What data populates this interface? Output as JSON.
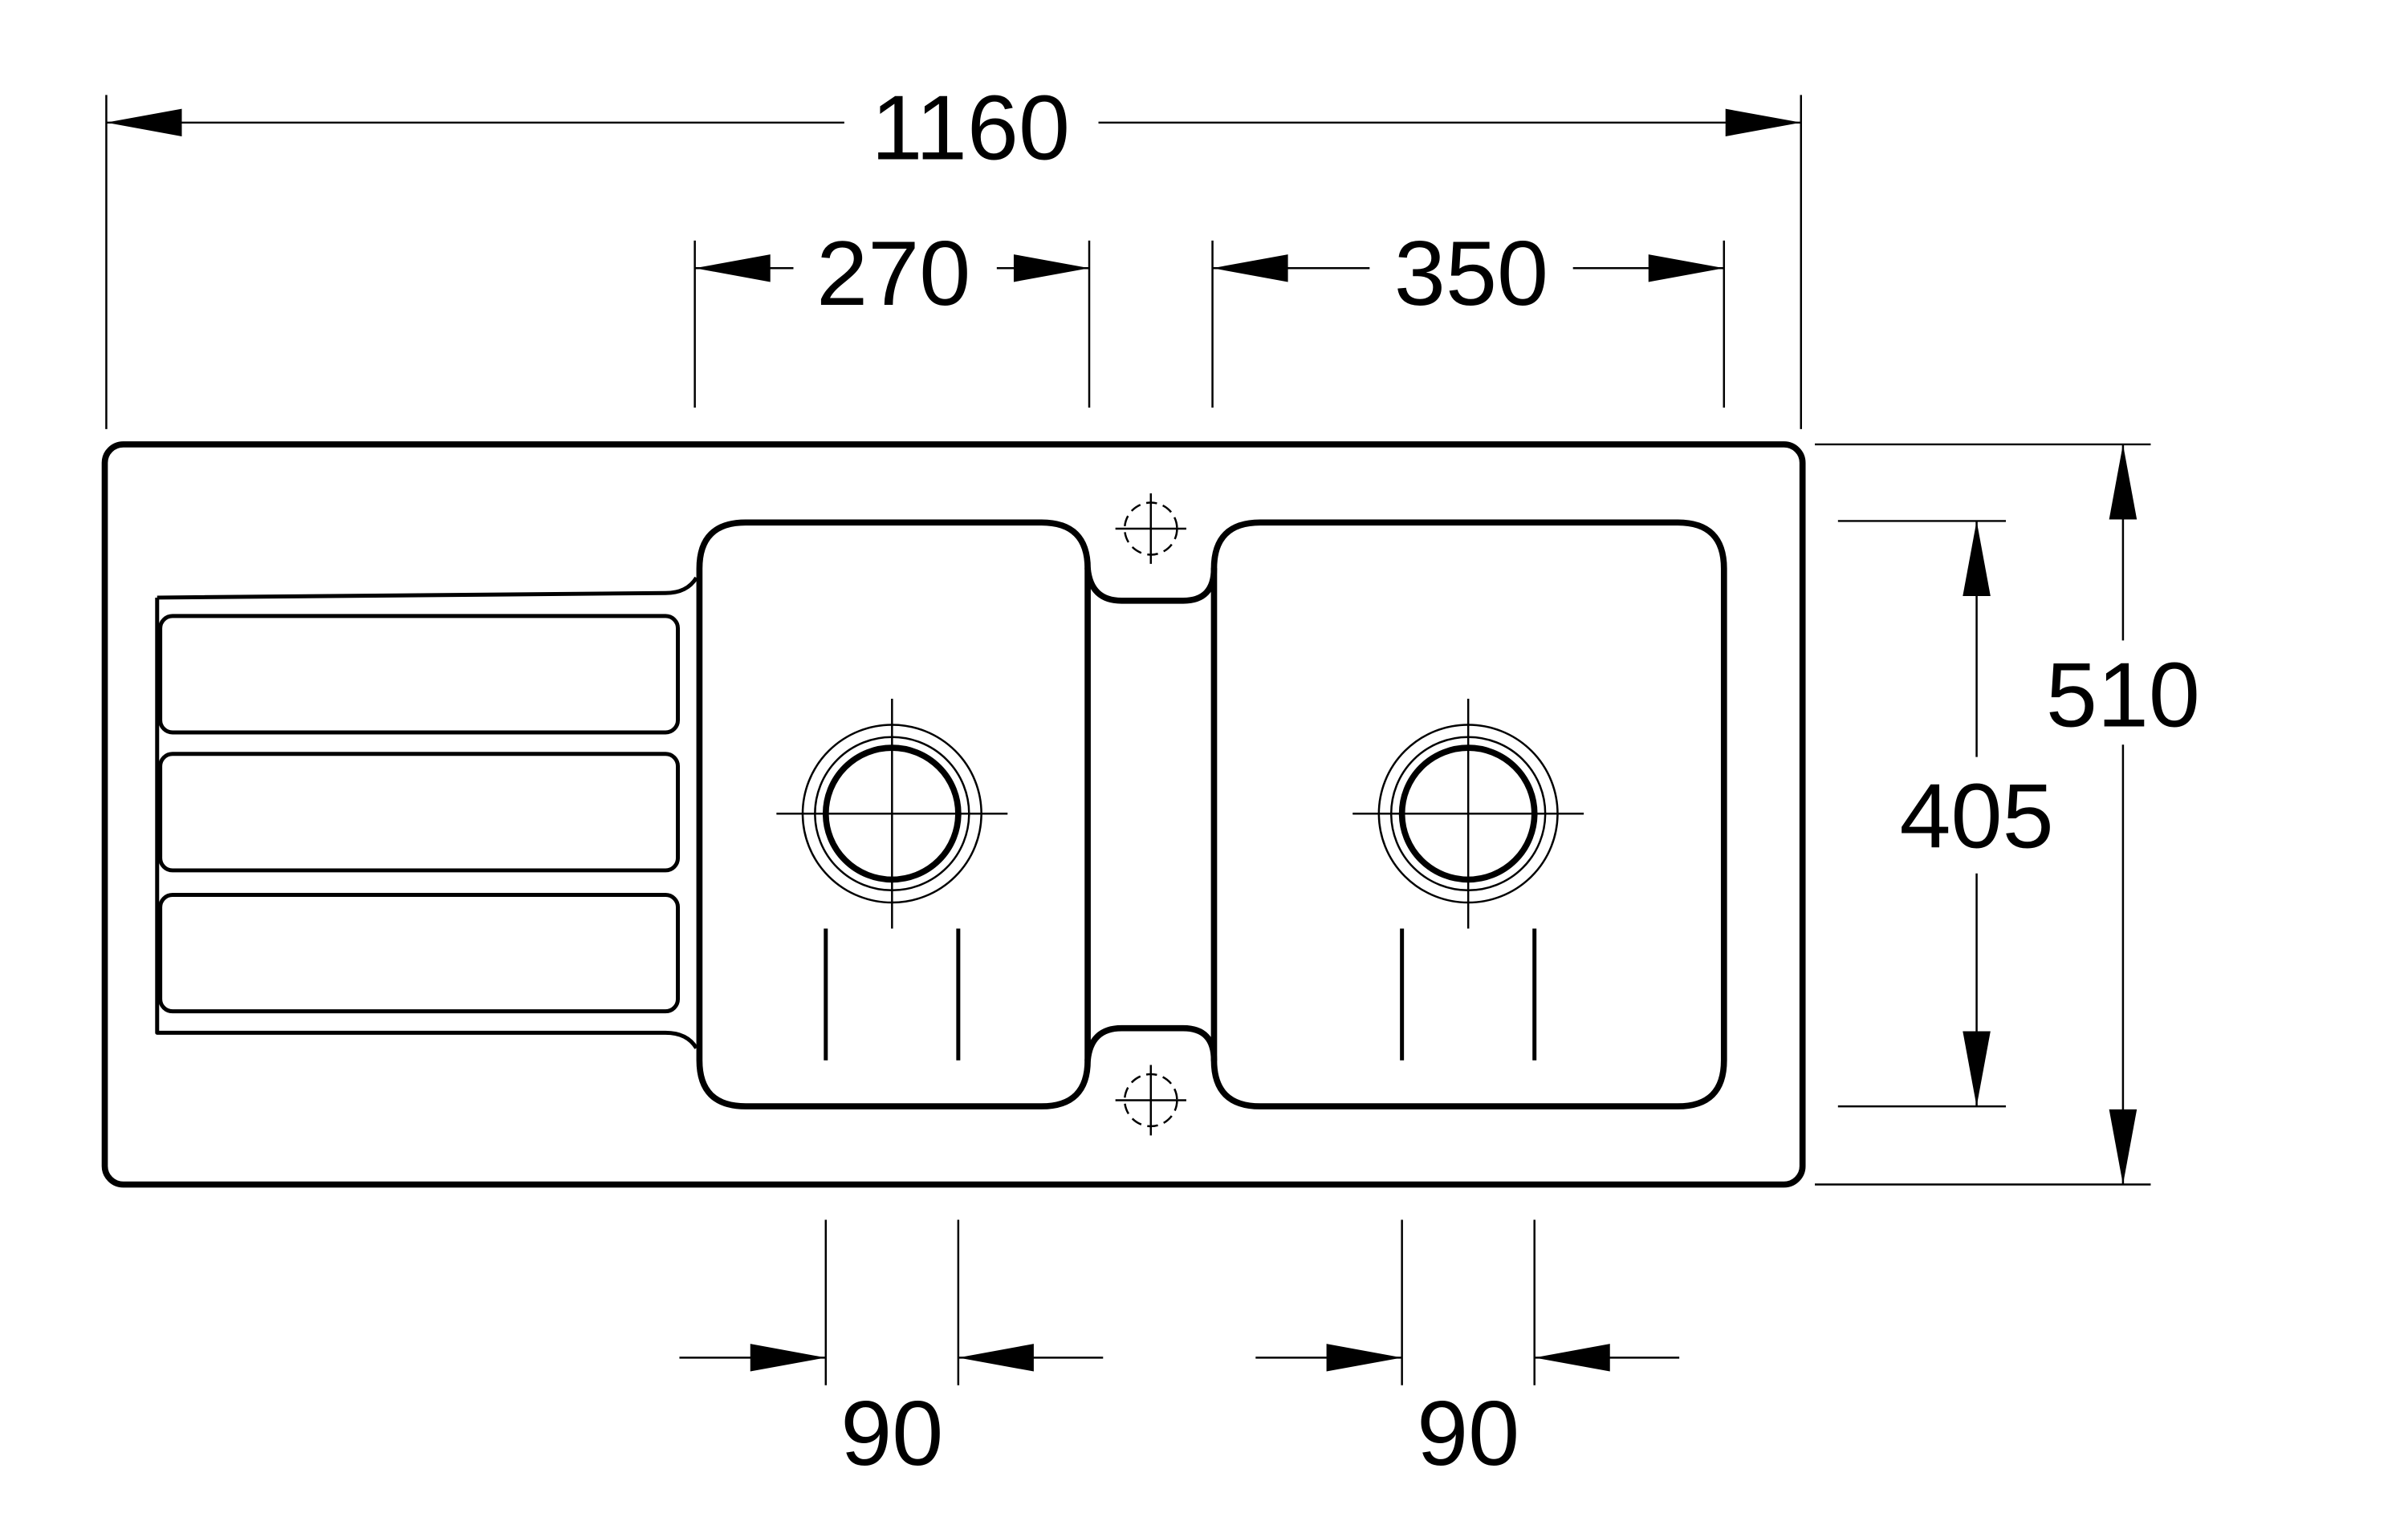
{
  "drawing": {
    "subject": "double-bowl kitchen sink with drainer",
    "line_color": "#000000",
    "background": "#ffffff"
  },
  "dimensions": {
    "overall_width": "1160",
    "left_bowl_width": "270",
    "right_bowl_width": "350",
    "overall_depth": "510",
    "bowl_depth": "405",
    "left_drain_spacing": "90",
    "right_drain_spacing": "90"
  }
}
